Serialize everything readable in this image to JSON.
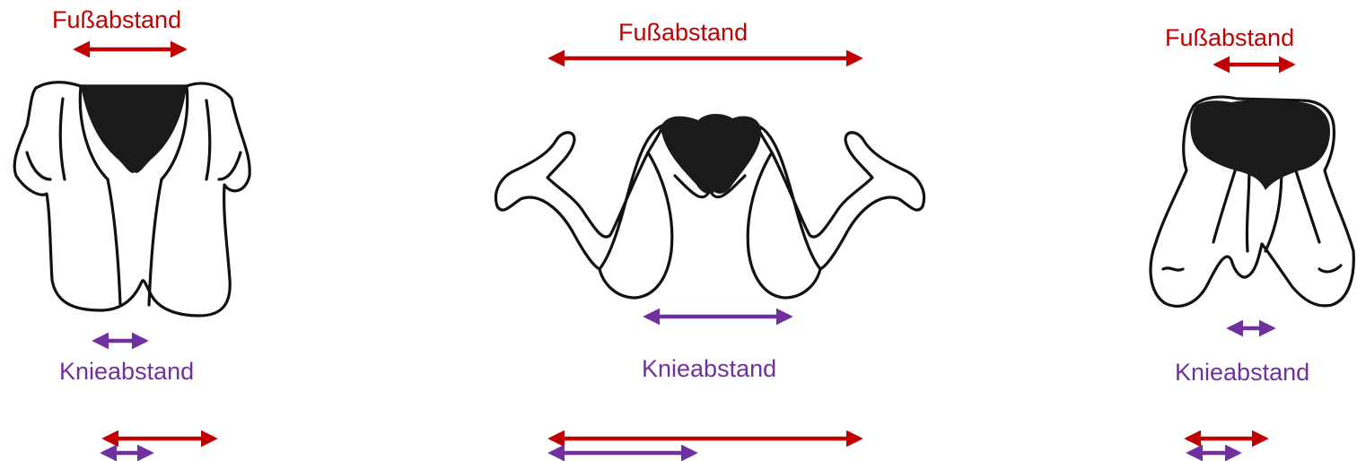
{
  "colors": {
    "foot": "#c00000",
    "knee": "#7030a0",
    "ink": "#111111"
  },
  "labels": {
    "foot": "Fußabstand",
    "knee": "Knieabstand"
  },
  "panels": [
    {
      "id": "left"
    },
    {
      "id": "middle"
    },
    {
      "id": "right"
    }
  ]
}
